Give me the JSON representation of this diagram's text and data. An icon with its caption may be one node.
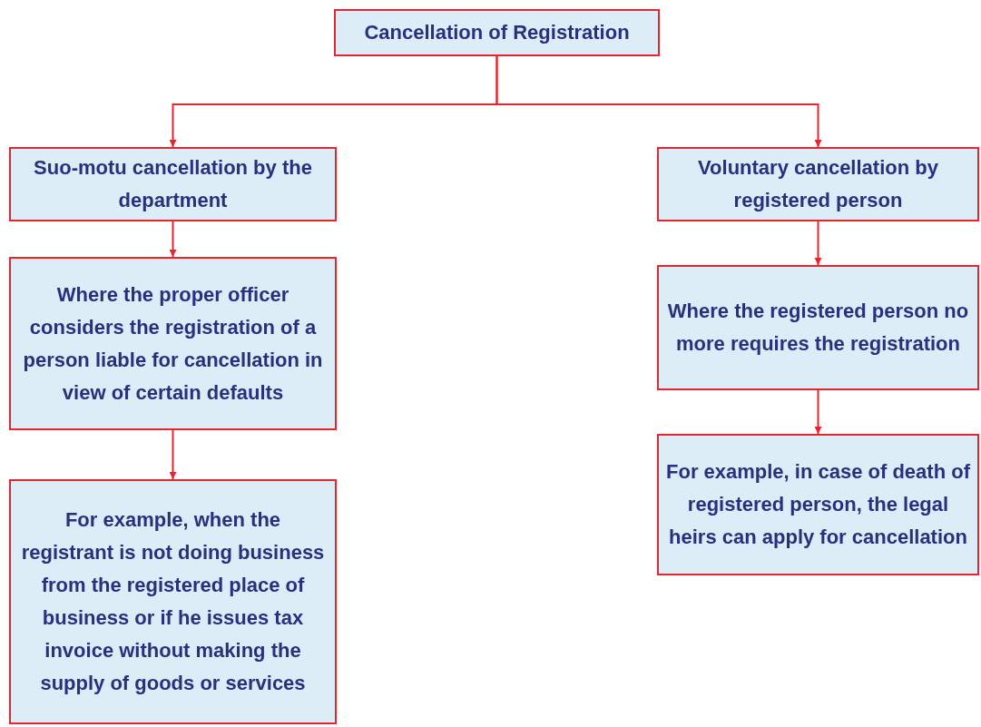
{
  "diagram": {
    "nodes": [
      {
        "text": [
          "Cancellation of Registration"
        ]
      },
      {
        "text": [
          "Suo-motu cancellation by the department"
        ]
      },
      {
        "text": [
          "Where the proper officer considers the registration of a person liable for cancellation in view of certain defaults"
        ]
      },
      {
        "text": [
          "For example, when the registrant is not doing business from the registered place of business or if he issues tax invoice without making the supply of goods or services"
        ]
      },
      {
        "text": [
          "Voluntary cancellation by registered person"
        ]
      },
      {
        "text": [
          "Where the registered person no more requires the registration"
        ]
      },
      {
        "text": [
          "For example, in case of death of registered person, the legal heirs can apply for cancellation"
        ]
      }
    ],
    "edges": [
      {
        "from": 0,
        "to": 1,
        "arrow": "to"
      },
      {
        "from": 0,
        "to": 4,
        "arrow": "to"
      },
      {
        "from": 1,
        "to": 2,
        "arrow": "to"
      },
      {
        "from": 2,
        "to": 3,
        "arrow": "to"
      },
      {
        "from": 4,
        "to": 5,
        "arrow": "to"
      },
      {
        "from": 5,
        "to": 6,
        "arrow": "to"
      }
    ]
  }
}
